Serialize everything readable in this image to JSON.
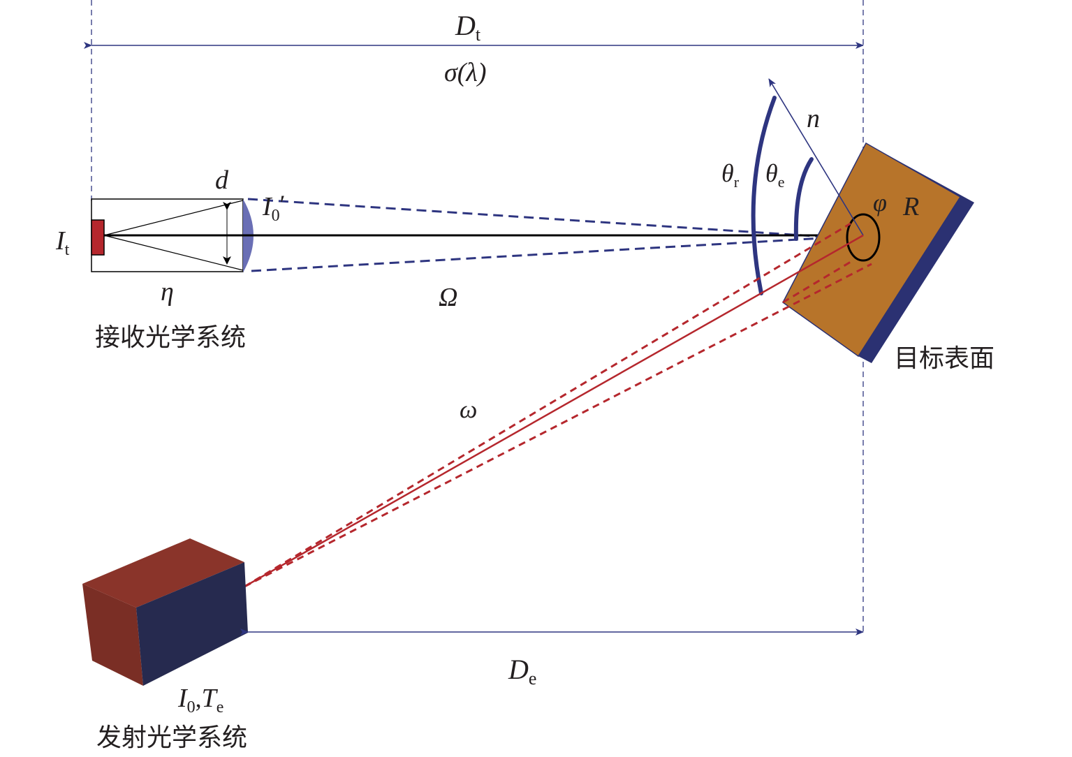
{
  "labels": {
    "Dt_main": "D",
    "Dt_sub": "t",
    "sigma": "σ(λ)",
    "d": "d",
    "I0prime_main": "I",
    "I0prime_sub": "0",
    "I0prime_prime": "′",
    "It_main": "I",
    "It_sub": "t",
    "eta": "η",
    "Omega": "Ω",
    "receiver_caption": "接收光学系统",
    "n": "n",
    "theta_r_main": "θ",
    "theta_r_sub": "r",
    "theta_e_main": "θ",
    "theta_e_sub": "e",
    "phi": "φ",
    "R": "R",
    "target_caption": "目标表面",
    "omega": "ω",
    "De_main": "D",
    "De_sub": "e",
    "I0Te_I": "I",
    "I0Te_0": "0",
    "I0Te_comma": ",",
    "I0Te_T": "T",
    "I0Te_e": "e",
    "emitter_caption": "发射光学系统"
  },
  "colors": {
    "navy": "#2e3580",
    "dark_navy": "#262a4f",
    "red": "#b5272d",
    "brick": "#8a342a",
    "orange": "#b7742a",
    "lens": "#6a6fb5",
    "black": "#000000"
  }
}
